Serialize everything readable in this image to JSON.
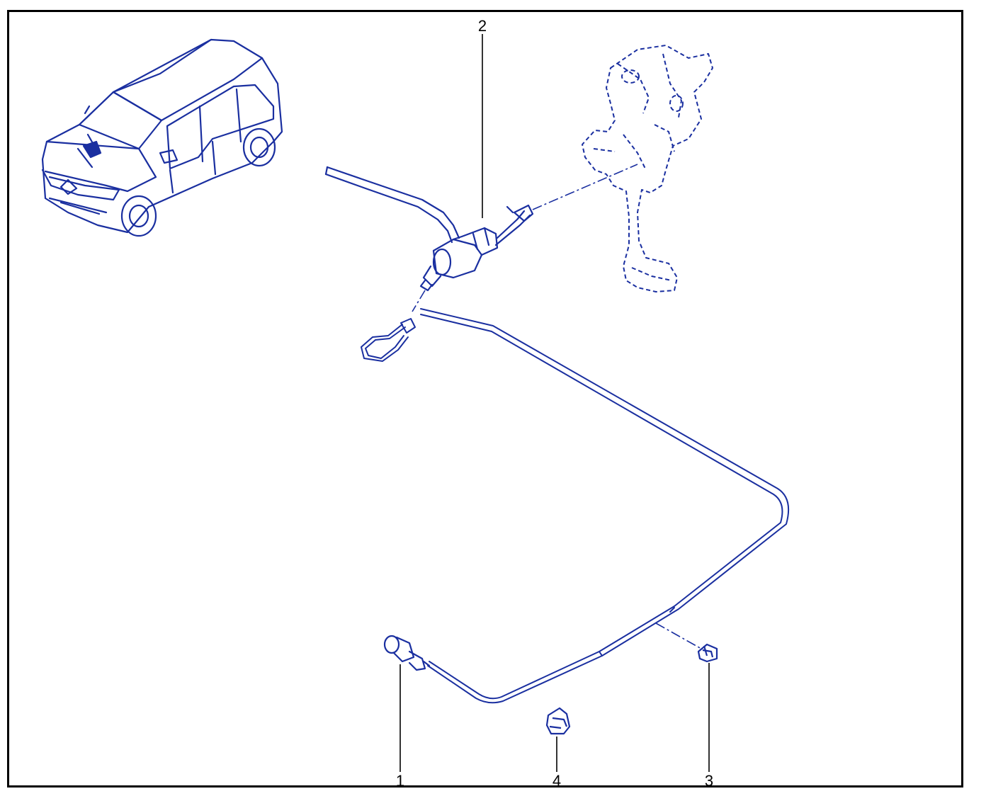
{
  "diagram": {
    "line_color": "#1a2fa0",
    "frame_color": "#000000",
    "callouts": [
      {
        "id": "callout-1",
        "label": "1"
      },
      {
        "id": "callout-2",
        "label": "2"
      },
      {
        "id": "callout-3",
        "label": "3"
      },
      {
        "id": "callout-4",
        "label": "4"
      }
    ],
    "parts": [
      {
        "name": "vehicle-overview",
        "icon": "car-icon"
      },
      {
        "name": "clutch-master-cylinder",
        "icon": "cylinder-icon"
      },
      {
        "name": "pedal-assembly",
        "icon": "pedal-icon"
      },
      {
        "name": "hydraulic-pipe",
        "icon": "pipe-icon"
      },
      {
        "name": "slave-cylinder-connector",
        "icon": "connector-icon"
      },
      {
        "name": "pipe-clip",
        "icon": "clip-icon"
      },
      {
        "name": "pipe-fastener",
        "icon": "fastener-icon"
      }
    ]
  }
}
